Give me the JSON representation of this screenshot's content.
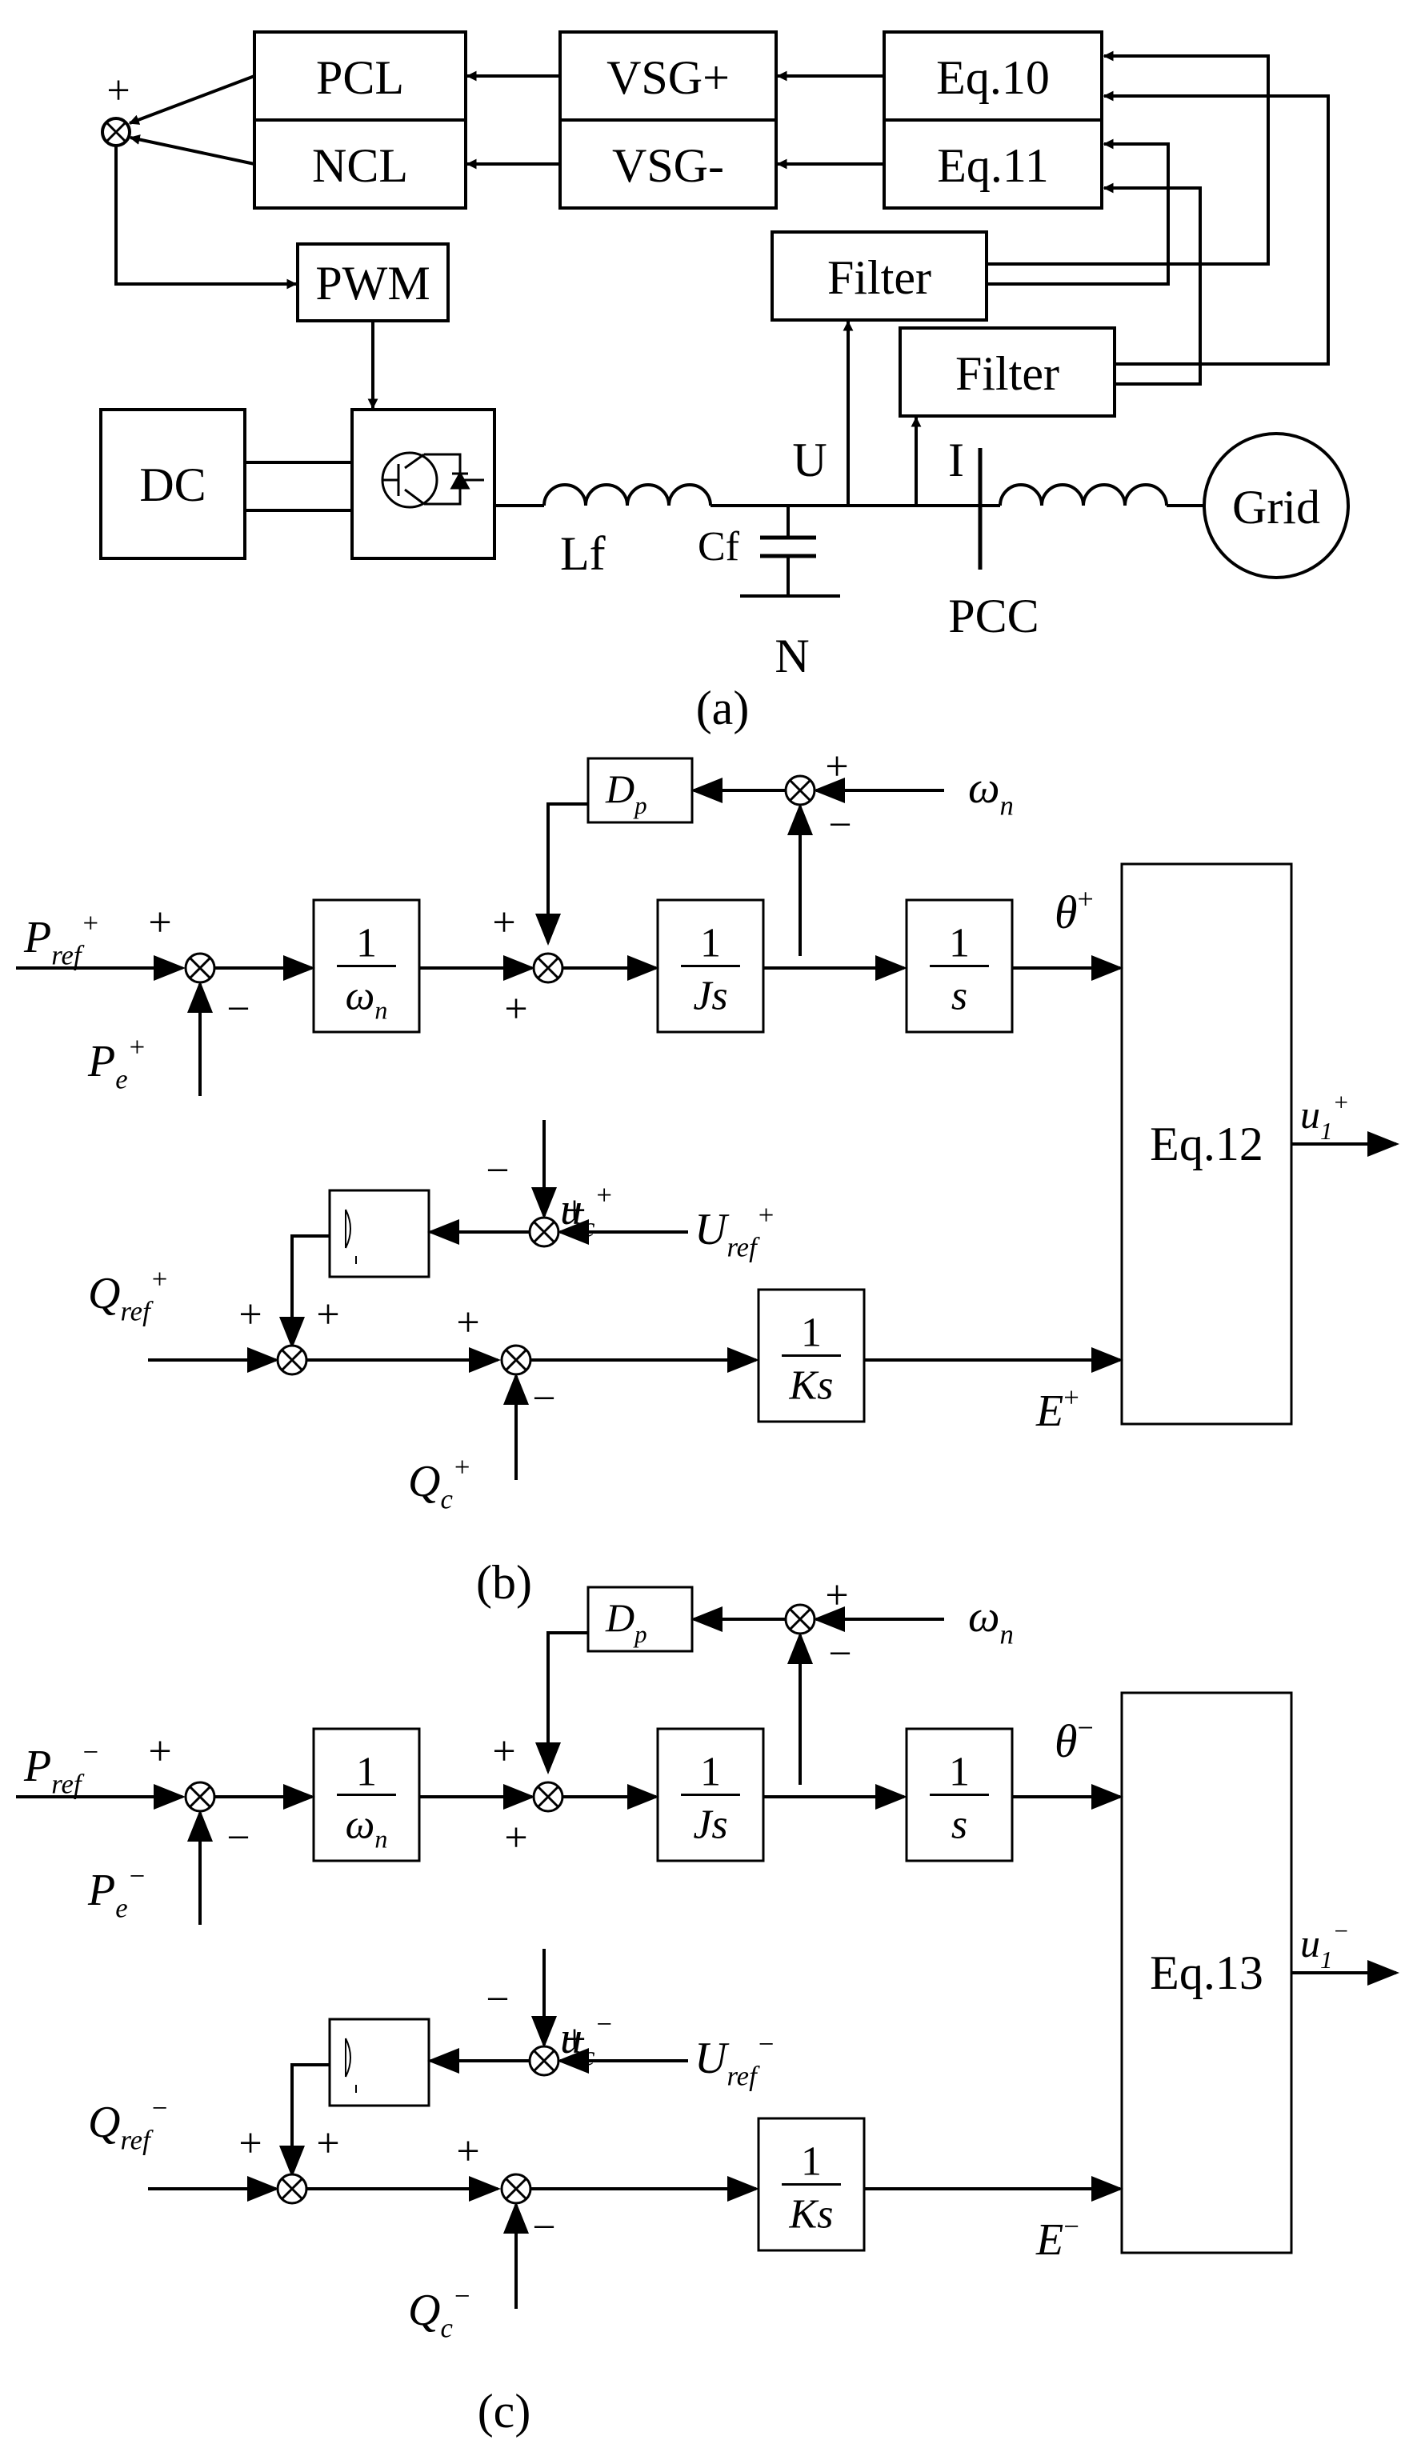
{
  "panel_a": {
    "caption": "(a)",
    "blocks": {
      "pcl": "PCL",
      "ncl": "NCL",
      "vsg_plus": "VSG+",
      "vsg_minus": "VSG-",
      "eq10": "Eq.10",
      "eq11": "Eq.11",
      "filter_u": "Filter",
      "filter_i": "Filter",
      "pwm": "PWM",
      "dc": "DC",
      "grid": "Grid"
    },
    "labels": {
      "sum_sign": "+",
      "lf": "Lf",
      "cf": "Cf",
      "n": "N",
      "u": "U",
      "i": "I",
      "pcc": "PCC"
    }
  },
  "panel_b": {
    "caption": "(b)",
    "eq_block": "Eq.12",
    "output": {
      "main": "u",
      "sub": "1",
      "sup": "+"
    },
    "theta": {
      "main": "θ",
      "sup": "+"
    },
    "e": {
      "main": "E",
      "sup": "+"
    },
    "p_ref": {
      "main": "P",
      "sub": "ref",
      "sup": "+"
    },
    "p_e": {
      "main": "P",
      "sub": "e",
      "sup": "+"
    },
    "omega_n": {
      "main": "ω",
      "sub": "n"
    },
    "q_ref": {
      "main": "Q",
      "sub": "ref",
      "sup": "+"
    },
    "q_c": {
      "main": "Q",
      "sub": "c",
      "sup": "+"
    },
    "u_c": {
      "main": "u",
      "sub": "c",
      "sup": "+"
    },
    "u_ref": {
      "main": "U",
      "sub": "ref",
      "sup": "+"
    }
  },
  "panel_c": {
    "caption": "(c)",
    "eq_block": "Eq.13",
    "output": {
      "main": "u",
      "sub": "1",
      "sup": "−"
    },
    "theta": {
      "main": "θ",
      "sup": "−"
    },
    "e": {
      "main": "E",
      "sup": "−"
    },
    "p_ref": {
      "main": "P",
      "sub": "ref",
      "sup": "−"
    },
    "p_e": {
      "main": "P",
      "sub": "e",
      "sup": "−"
    },
    "omega_n": {
      "main": "ω",
      "sub": "n"
    },
    "q_ref": {
      "main": "Q",
      "sub": "ref",
      "sup": "−"
    },
    "q_c": {
      "main": "Q",
      "sub": "c",
      "sup": "−"
    },
    "u_c": {
      "main": "u",
      "sub": "c",
      "sup": "−"
    },
    "u_ref": {
      "main": "U",
      "sub": "ref",
      "sup": "−"
    }
  },
  "shared": {
    "one": "1",
    "dp": {
      "main": "D",
      "sub": "p"
    },
    "den_omega": {
      "main": "ω",
      "sub": "n"
    },
    "den_js": "Js",
    "den_s": "s",
    "den_ks": "Ks",
    "plus": "+",
    "minus": "−"
  }
}
